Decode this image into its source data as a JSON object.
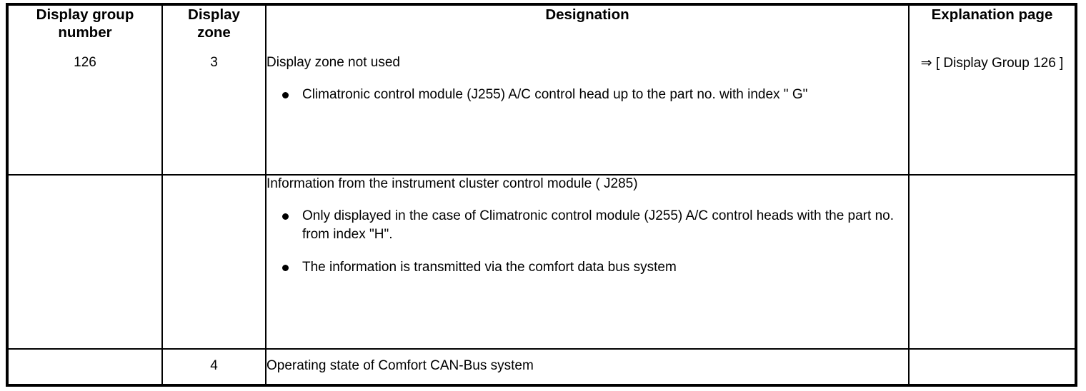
{
  "table": {
    "columns": [
      {
        "id": "display-group-number",
        "label": "Display group\nnumber"
      },
      {
        "id": "display-zone",
        "label": "Display\nzone"
      },
      {
        "id": "designation",
        "label": "Designation"
      },
      {
        "id": "explanation-page",
        "label": "Explanation page"
      }
    ],
    "headers": {
      "col1_line1": "Display group",
      "col1_line2": "number",
      "col2_line1": "Display",
      "col2_line2": "zone",
      "col3": "Designation",
      "col4": "Explanation page"
    },
    "rows": [
      {
        "group_number": "126",
        "zone": "3",
        "designation_lead": "Display zone not used",
        "designation_bullets": [
          "Climatronic control module (J255) A/C control head up to the part no. with index \" G\""
        ],
        "explanation_arrow": "⇒",
        "explanation_text": "[ Display Group 126 ]"
      },
      {
        "group_number": "",
        "zone": "",
        "designation_lead": "Information from the instrument cluster control module ( J285)",
        "designation_bullets": [
          "Only displayed in the case of Climatronic control module (J255) A/C control heads with the part no. from index \"H\".",
          "The information is transmitted via the comfort data bus system"
        ],
        "explanation_arrow": "",
        "explanation_text": ""
      },
      {
        "group_number": "",
        "zone": "4",
        "designation_lead": "Operating state of Comfort CAN-Bus system",
        "designation_bullets": [],
        "explanation_arrow": "",
        "explanation_text": ""
      }
    ]
  },
  "style": {
    "border_color": "#000000",
    "background": "#ffffff",
    "text_color": "#000000"
  }
}
